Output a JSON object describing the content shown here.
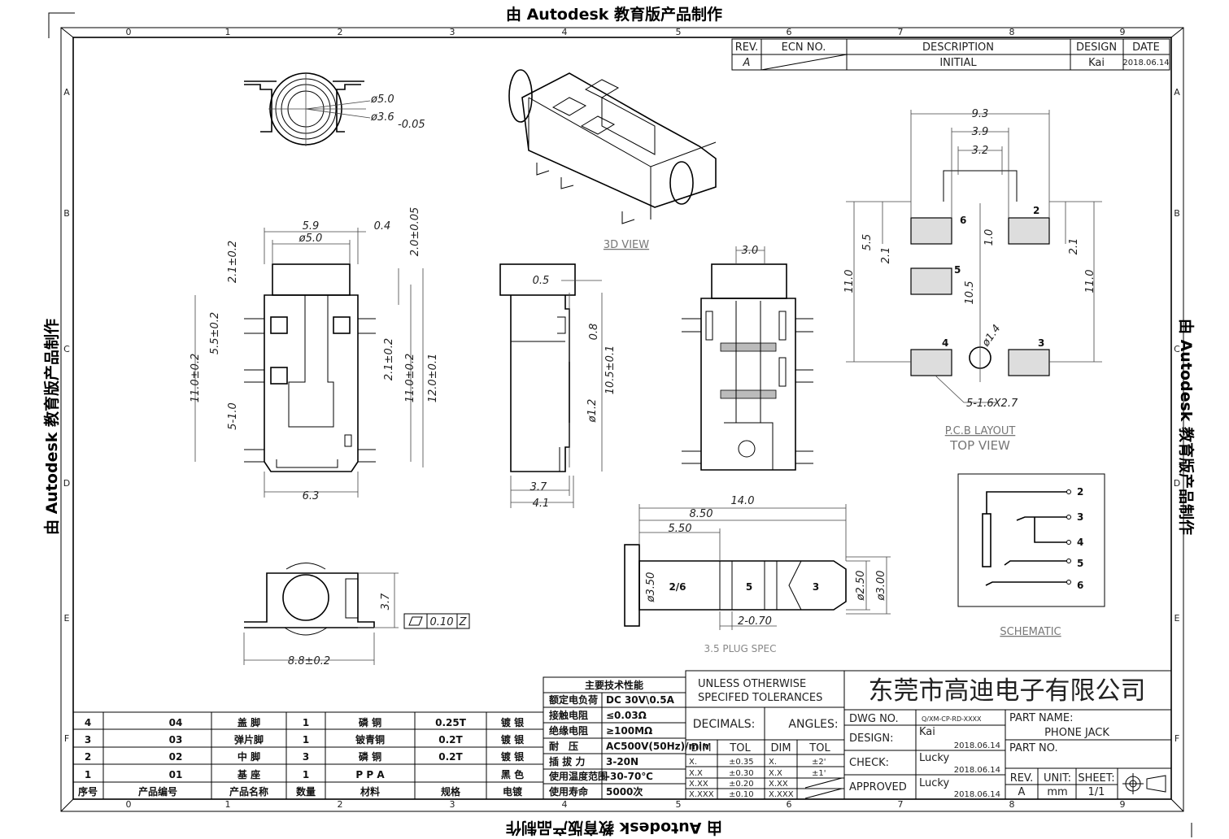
{
  "watermark": "由 Autodesk 教育版产品制作",
  "zones_cols": [
    "0",
    "1",
    "2",
    "3",
    "4",
    "5",
    "6",
    "7",
    "8",
    "9"
  ],
  "zones_rows": [
    "A",
    "B",
    "C",
    "D",
    "E",
    "F"
  ],
  "rev_table": {
    "headers": [
      "REV.",
      "ECN NO.",
      "DESCRIPTION",
      "DESIGN",
      "DATE"
    ],
    "row": [
      "A",
      "",
      "INITIAL",
      "Kai",
      "2018.06.14"
    ]
  },
  "top_view": {
    "d1": "ø5.0",
    "d2": "ø3.6",
    "d2_tol": "-0.05"
  },
  "side_view": {
    "w1": "5.9",
    "w2": "0.4",
    "d": "ø5.0",
    "h1": "2.0±0.05",
    "h2": "2.1±0.2",
    "h3": "5.5±0.2",
    "h4": "11.0±0.2",
    "h5": "5-1.0",
    "h6": "2.1±0.2",
    "h7": "11.0±0.2",
    "h8": "12.0±0.1",
    "w3": "6.3"
  },
  "end_view": {
    "a": "0.5",
    "b": "0.8",
    "c": "10.5±0.1",
    "d": "ø1.2",
    "e": "3.7",
    "f": "4.1"
  },
  "cut_view": {
    "a": "3.0"
  },
  "front_view": {
    "h": "3.7",
    "w": "8.8±0.2",
    "flatness": "0.10",
    "datum": "Z"
  },
  "view3d_label": "3D VIEW",
  "pcb": {
    "w1": "9.3",
    "w2": "3.9",
    "w3": "3.2",
    "h1": "5.5",
    "h2": "2.1",
    "h3": "1.0",
    "h4": "10.5",
    "h5": "11.0",
    "h6": "2.1",
    "h7": "11.0",
    "hole": "ø1.4",
    "pad_note": "5-1.6X2.7",
    "title": "P.C.B LAYOUT",
    "subtitle": "TOP VIEW",
    "pins": [
      "6",
      "2",
      "5",
      "4",
      "3"
    ]
  },
  "schematic": {
    "pins": [
      "2",
      "3",
      "4",
      "5",
      "6"
    ],
    "title": "SCHEMATIC"
  },
  "plug": {
    "len1": "14.0",
    "len2": "8.50",
    "len3": "5.50",
    "d1": "ø3.50",
    "d2": "ø2.50",
    "d3": "ø3.00",
    "gap": "2-0.70",
    "seg1": "2/6",
    "seg2": "5",
    "seg3": "3",
    "title": "3.5 PLUG SPEC"
  },
  "tech": {
    "title": "主要技术性能",
    "rows": [
      [
        "额定电负荷",
        "DC 30V\\0.5A"
      ],
      [
        "接触电阻",
        "≤0.03Ω"
      ],
      [
        "绝缘电阻",
        "≥100MΩ"
      ],
      [
        "耐　压",
        "AC500V(50Hz)/min"
      ],
      [
        "插 拔 力",
        "3-20N"
      ],
      [
        "使用温度范围",
        "-30-70℃"
      ],
      [
        "使用寿命",
        "5000次"
      ]
    ]
  },
  "bom": {
    "headers": [
      "序号",
      "产品编号",
      "产品名称",
      "数量",
      "材料",
      "规格",
      "电镀"
    ],
    "rows": [
      [
        "4",
        "04",
        "盖 脚",
        "1",
        "磷 铜",
        "0.25T",
        "镀 银"
      ],
      [
        "3",
        "03",
        "弹片脚",
        "1",
        "铍青铜",
        "0.2T",
        "镀 银"
      ],
      [
        "2",
        "02",
        "中 脚",
        "3",
        "磷 铜",
        "0.2T",
        "镀 银"
      ],
      [
        "1",
        "01",
        "基 座",
        "1",
        "P P A",
        "",
        "黑 色"
      ]
    ]
  },
  "tolerance": {
    "title1": "UNLESS OTHERWISE",
    "title2": "SPECIFED TOLERANCES",
    "decimals": "DECIMALS:",
    "angles": "ANGLES:",
    "dim": "DIM",
    "tol": "TOL",
    "rows": [
      [
        "X.",
        "±0.35",
        "X.",
        "±2'"
      ],
      [
        "X.X",
        "±0.30",
        "X.X",
        "±1'"
      ],
      [
        "X.XX",
        "±0.20",
        "X.XX",
        ""
      ],
      [
        "X.XXX",
        "±0.10",
        "X.XXX",
        ""
      ]
    ]
  },
  "title_block": {
    "company": "东莞市高迪电子有限公司",
    "dwg_no_label": "DWG NO.",
    "dwg_no": "Q/XM-CP-RD-XXXX",
    "design_label": "DESIGN:",
    "design": "Kai",
    "design_date": "2018.06.14",
    "check_label": "CHECK:",
    "check": "Lucky",
    "check_date": "2018.06.14",
    "approved_label": "APPROVED",
    "approved": "Lucky",
    "approved_date": "2018.06.14",
    "part_name_label": "PART NAME:",
    "part_name": "PHONE JACK",
    "part_no_label": "PART NO.",
    "rev_label": "REV.",
    "rev": "A",
    "unit_label": "UNIT:",
    "unit": "mm",
    "sheet_label": "SHEET:",
    "sheet": "1/1"
  }
}
